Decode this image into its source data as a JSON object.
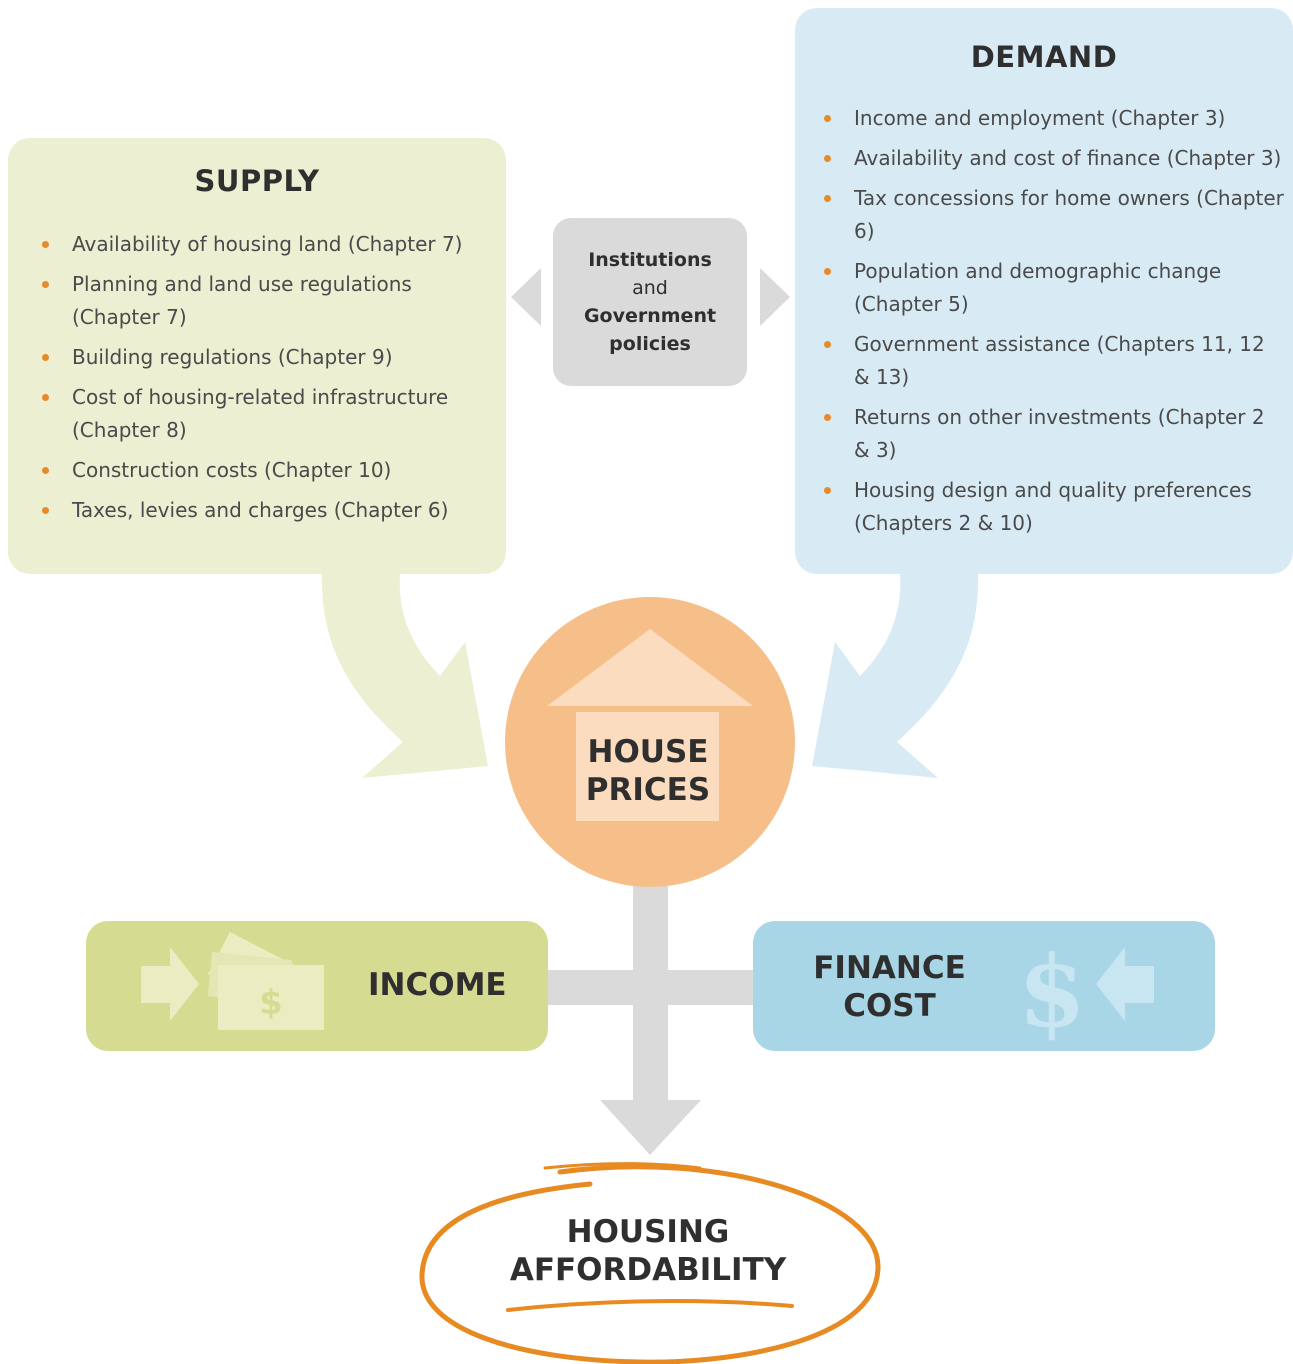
{
  "supply": {
    "title": "SUPPLY",
    "items": [
      "Availability of housing land (Chapter 7)",
      "Planning and land use regulations (Chapter 7)",
      "Building regulations (Chapter 9)",
      "Cost of housing-related infrastructure (Chapter 8)",
      "Construction costs (Chapter 10)",
      "Taxes, levies and charges (Chapter 6)"
    ]
  },
  "demand": {
    "title": "DEMAND",
    "items": [
      "Income and employment (Chapter 3)",
      "Availability and cost of finance (Chapter 3)",
      "Tax concessions for home owners (Chapter 6)",
      "Population and demographic change (Chapter 5)",
      "Government assistance (Chapters 11, 12 & 13)",
      "Returns on other investments (Chapter 2 & 3)",
      "Housing design and quality preferences (Chapters 2 & 10)"
    ]
  },
  "institutions": {
    "line1": "Institutions",
    "line2": "and",
    "line3": "Government",
    "line4": "policies"
  },
  "house_prices": {
    "line1": "HOUSE",
    "line2": "PRICES"
  },
  "income": {
    "label": "INCOME",
    "money_symbol": "$"
  },
  "finance_cost": {
    "line1": "FINANCE",
    "line2": "COST",
    "money_symbol": "$"
  },
  "affordability": {
    "line1": "HOUSING",
    "line2": "AFFORDABILITY"
  },
  "colors": {
    "supply": "#ecefd2",
    "demand": "#d8ebf5",
    "institutions": "#dadadb",
    "house_circle": "#f6bf8a",
    "income": "#d5dc92",
    "finance": "#a8d6e7",
    "connector": "#dadadb",
    "bullet_accent": "#e98a2a",
    "ellipse_stroke": "#e88a22"
  }
}
